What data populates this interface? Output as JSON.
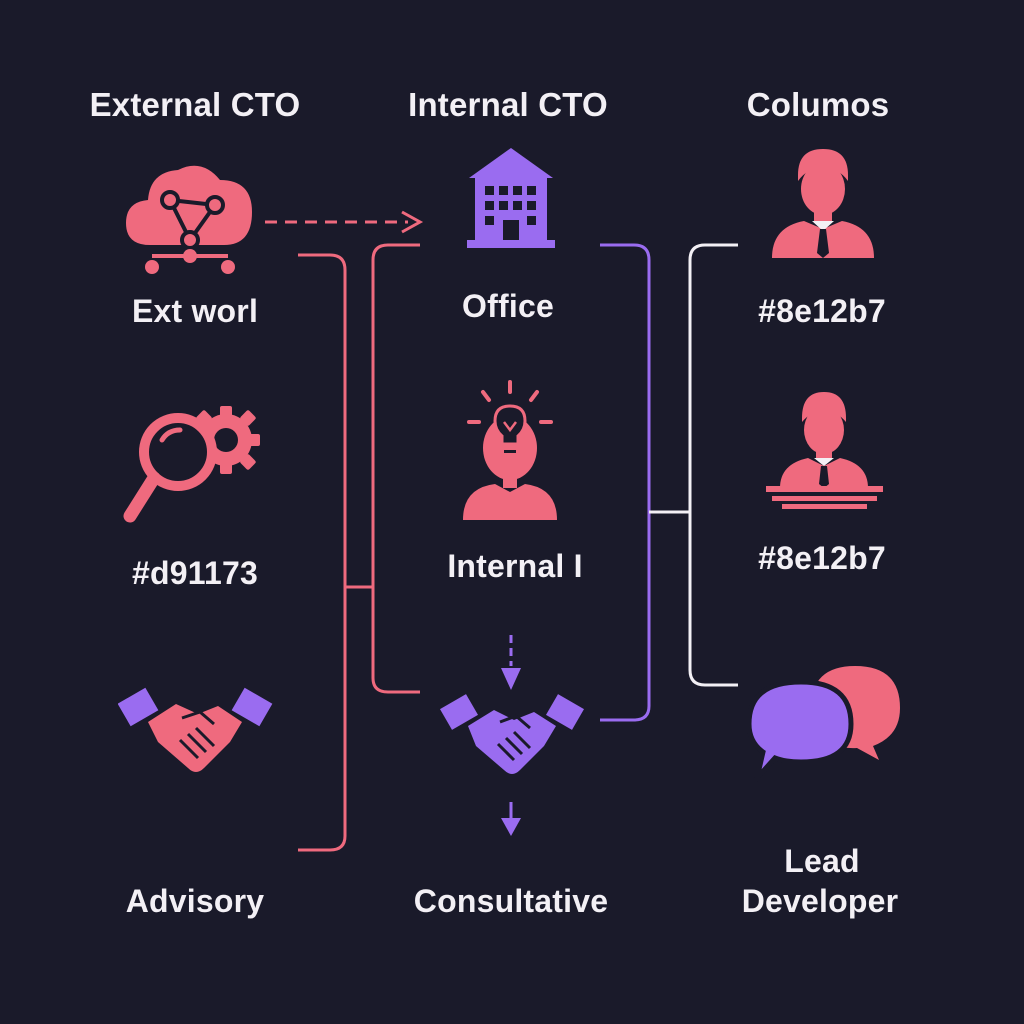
{
  "colors": {
    "background": "#1a1a2a",
    "pink": "#ef6a7e",
    "purple": "#9a6cf0",
    "white": "#f3f0f5"
  },
  "columns": {
    "external": {
      "header": "External CTO",
      "items": [
        {
          "label": "Ext worl",
          "icon": "cloud-network-icon"
        },
        {
          "label": "#d91173",
          "icon": "magnifier-gear-icon"
        },
        {
          "label": "Advisory",
          "icon": "handshake-icon"
        }
      ]
    },
    "internal": {
      "header": "Internal CTO",
      "items": [
        {
          "label": "Office",
          "icon": "office-building-icon"
        },
        {
          "label": "Internal I",
          "icon": "person-lightbulb-icon"
        },
        {
          "label": "Consultative",
          "icon": "handshake-icon"
        }
      ]
    },
    "third": {
      "header": "Columos",
      "items": [
        {
          "label": "#8e12b7",
          "icon": "person-tie-icon"
        },
        {
          "label": "#8e12b7",
          "icon": "person-desk-icon"
        },
        {
          "label_line1": "Lead",
          "label_line2": "Developer",
          "icon": "chat-bubbles-icon"
        }
      ]
    }
  }
}
